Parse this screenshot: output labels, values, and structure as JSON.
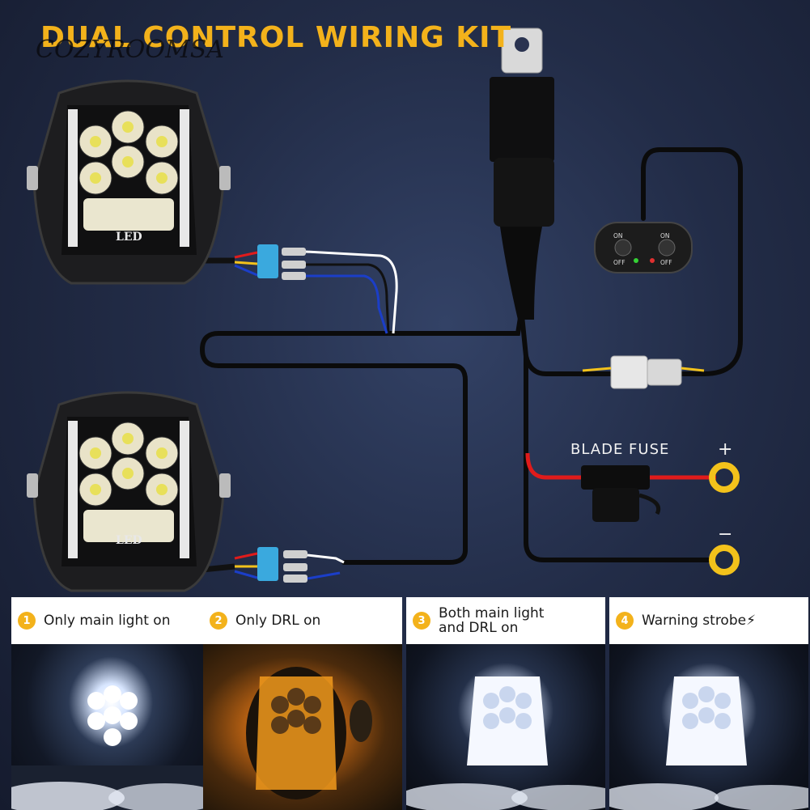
{
  "title": "DUAL CONTROL WIRING KIT",
  "watermark": "COZYROOMSA",
  "fuse": {
    "label": "BLADE FUSE",
    "plus": "+",
    "minus": "−"
  },
  "switch": {
    "on": "ON",
    "off": "OFF"
  },
  "lamp_badge": "LED",
  "modes": [
    {
      "num": "1",
      "label": "Only main light on"
    },
    {
      "num": "2",
      "label": "Only DRL on"
    },
    {
      "num": "3",
      "label": "Both main light and DRL on"
    },
    {
      "num": "4",
      "label": "Warning strobe⚡"
    }
  ],
  "colors": {
    "accent": "#f3b21b",
    "background": "#222c47",
    "wire_red": "#e01b1b",
    "drl_amber": "#f29a1c"
  }
}
